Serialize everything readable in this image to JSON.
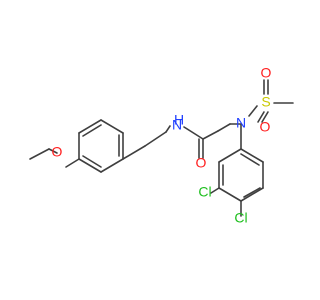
{
  "molecule": {
    "atoms": {
      "amide_h": "H",
      "amide_n": "N",
      "carbonyl_o": "O",
      "sulfonamide_n": "N",
      "sulfur": "S",
      "sulfonyl_o_top": "O",
      "sulfonyl_o_bottom": "O",
      "methoxy_o": "O",
      "chloro_3": "Cl",
      "chloro_4": "Cl"
    },
    "colors": {
      "bond": "#3f3f3f",
      "carbon": "#3f3f3f",
      "nitrogen": "#1f3fff",
      "oxygen": "#ff1f1f",
      "sulfur": "#c8c800",
      "chlorine": "#1fbf1f",
      "background": "#ffffff"
    }
  }
}
